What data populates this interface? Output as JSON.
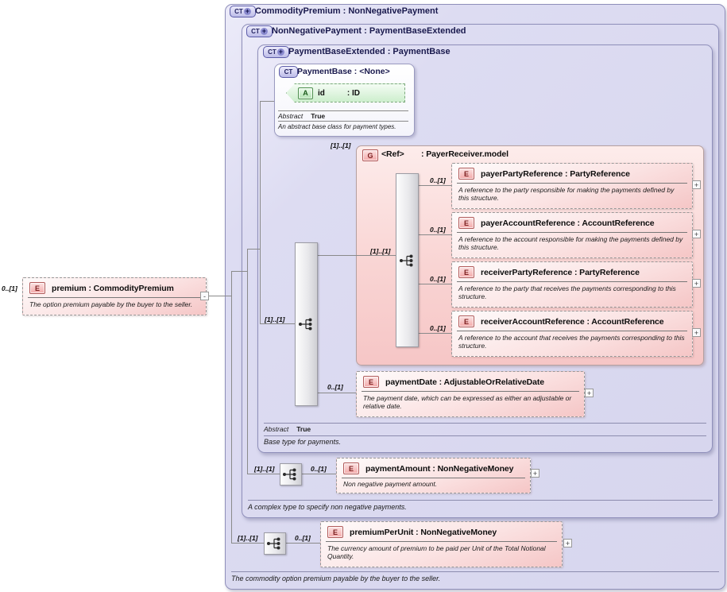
{
  "premium": {
    "cardinality": "0..[1]",
    "icon_letter": "E",
    "name": "premium : CommodityPremium",
    "doc": "The option premium payable by the buyer to the seller.",
    "collapse_glyph": "-"
  },
  "types": {
    "commodityPremium": {
      "icon_letter": "CT",
      "plus_glyph": "+",
      "title": "CommodityPremium : NonNegativePayment",
      "doc": "The commodity option premium payable by the buyer to the seller.",
      "seq_cardinality": "[1]..[1]"
    },
    "nonNegativePayment": {
      "icon_letter": "CT",
      "plus_glyph": "+",
      "title": "NonNegativePayment : PaymentBaseExtended",
      "doc": "A complex type to specify non negative payments.",
      "seq_cardinality": "[1]..[1]"
    },
    "paymentBaseExtended": {
      "icon_letter": "CT",
      "plus_glyph": "+",
      "title": "PaymentBaseExtended : PaymentBase",
      "abstract_label": "Abstract",
      "abstract_value": "True",
      "doc": "Base type for payments.",
      "seq_cardinality": "[1]..[1]"
    },
    "paymentBase": {
      "icon_letter": "CT",
      "title": "PaymentBase : <None>",
      "abstract_label": "Abstract",
      "abstract_value": "True",
      "doc": "An abstract base class for payment types.",
      "attribute": {
        "icon_letter": "A",
        "name": "id",
        "type": ": ID"
      }
    }
  },
  "group": {
    "cardinality": "[1]..[1]",
    "icon_letter": "G",
    "name": "<Ref>",
    "type": ": PayerReceiver.model",
    "seq_cardinality": "[1]..[1]",
    "elements": [
      {
        "cardinality": "0..[1]",
        "icon_letter": "E",
        "expand_glyph": "+",
        "name": "payerPartyReference : PartyReference",
        "doc": "A reference to the party responsible for making the payments defined by this structure."
      },
      {
        "cardinality": "0..[1]",
        "icon_letter": "E",
        "expand_glyph": "+",
        "name": "payerAccountReference : AccountReference",
        "doc": "A reference to the account responsible for making the payments defined by this structure."
      },
      {
        "cardinality": "0..[1]",
        "icon_letter": "E",
        "expand_glyph": "+",
        "name": "receiverPartyReference : PartyReference",
        "doc": "A reference to the party that receives the payments corresponding to this structure."
      },
      {
        "cardinality": "0..[1]",
        "icon_letter": "E",
        "expand_glyph": "+",
        "name": "receiverAccountReference : AccountReference",
        "doc": "A reference to the account that receives the payments corresponding to this structure."
      }
    ]
  },
  "paymentDate": {
    "cardinality": "0..[1]",
    "icon_letter": "E",
    "expand_glyph": "+",
    "name": "paymentDate : AdjustableOrRelativeDate",
    "doc": "The payment date, which can be expressed as either an adjustable or relative date."
  },
  "paymentAmount": {
    "cardinality": "0..[1]",
    "icon_letter": "E",
    "expand_glyph": "+",
    "name": "paymentAmount : NonNegativeMoney",
    "doc": "Non negative payment amount."
  },
  "premiumPerUnit": {
    "cardinality": "0..[1]",
    "icon_letter": "E",
    "expand_glyph": "+",
    "name": "premiumPerUnit : NonNegativeMoney",
    "doc": "The currency amount of premium to be paid per Unit of the Total Notional Quantity."
  }
}
